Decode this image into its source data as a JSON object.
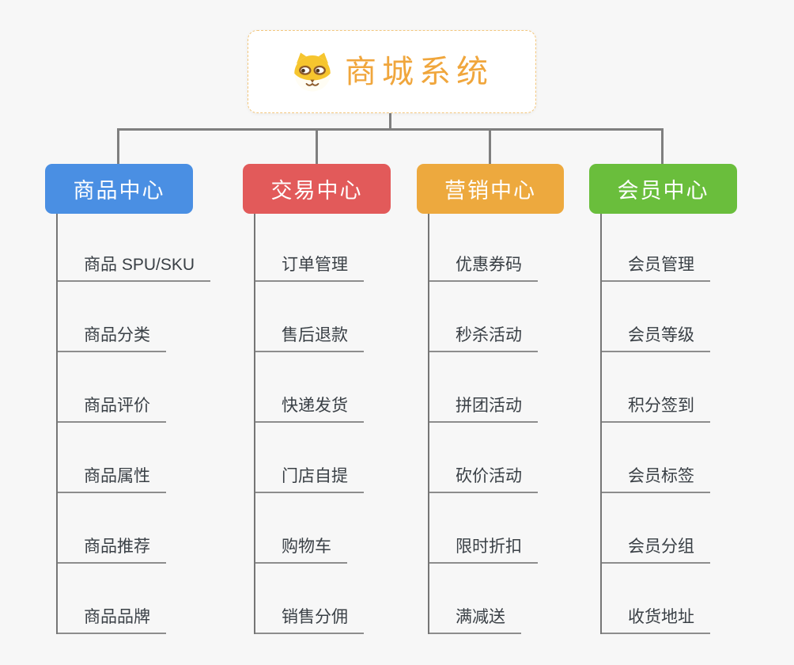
{
  "root": {
    "title": "商城系统",
    "icon": "shiba-dog-face"
  },
  "branches": [
    {
      "label": "商品中心",
      "color": "#4A8FE3",
      "items": [
        "商品 SPU/SKU",
        "商品分类",
        "商品评价",
        "商品属性",
        "商品推荐",
        "商品品牌"
      ]
    },
    {
      "label": "交易中心",
      "color": "#E25A5A",
      "items": [
        "订单管理",
        "售后退款",
        "快递发货",
        "门店自提",
        "购物车",
        "销售分佣"
      ]
    },
    {
      "label": "营销中心",
      "color": "#EDA93E",
      "items": [
        "优惠券码",
        "秒杀活动",
        "拼团活动",
        "砍价活动",
        "限时折扣",
        "满减送"
      ]
    },
    {
      "label": "会员中心",
      "color": "#6ABE3C",
      "items": [
        "会员管理",
        "会员等级",
        "积分签到",
        "会员标签",
        "会员分组",
        "收货地址"
      ]
    }
  ],
  "style_colors": {
    "background": "#F7F7F7",
    "connector": "#7F7F7F",
    "trunk_line": "#767676",
    "leaf_underline": "#8D8D8D",
    "leaf_text": "#3A4046",
    "root_text": "#F0A63C",
    "root_border": "#F3C77E",
    "branch_text": "#FFFFFF"
  }
}
